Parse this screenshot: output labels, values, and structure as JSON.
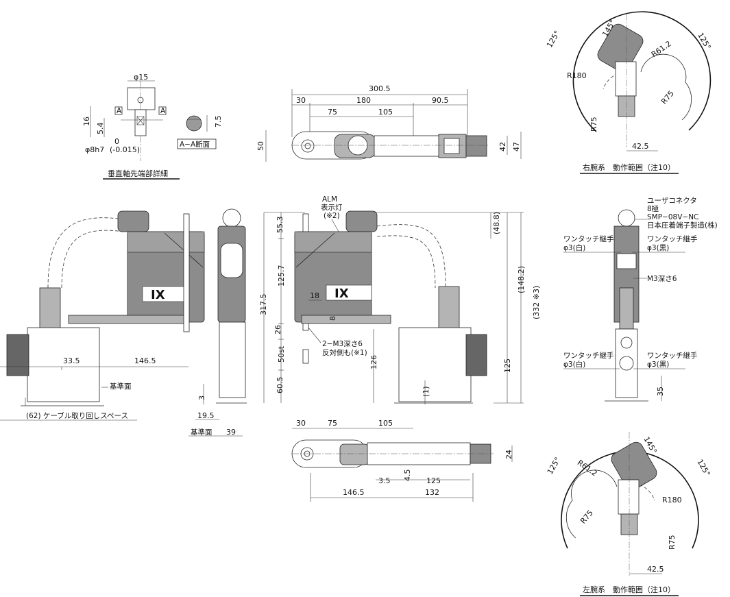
{
  "detail": {
    "dia15": "φ15",
    "dim16": "16",
    "dim5_4": "5.4",
    "section_mark": "A",
    "dim0": "0",
    "dia8h7": "φ8h7",
    "tol": "(-0.015)",
    "dim7_5": "7.5",
    "section_caption": "A−A断面",
    "title": "垂直軸先端部詳細"
  },
  "top_view": {
    "overall": "300.5",
    "d30": "30",
    "d180": "180",
    "d90_5": "90.5",
    "d75": "75",
    "d105": "105",
    "d50": "50",
    "d42": "42",
    "d47": "47"
  },
  "side_view": {
    "alm": "ALM",
    "alm_lamp": "表示灯",
    "note2": "(※2)",
    "d55_3": "55.3",
    "d125_7": "125.7",
    "d317_5": "317.5",
    "d26": "26",
    "d18": "18",
    "d8": "8",
    "d50st": "50st",
    "d60_5": "60.5",
    "m3": "2−M3深さ6",
    "m3_opp": "反対側も(※1)",
    "d126": "126",
    "d1": "(1)",
    "d48_8": "(48.8)",
    "d148_2": "(148.2)",
    "d332": "(332 ※3)",
    "d125": "125"
  },
  "left_view": {
    "d33_5": "33.5",
    "d146_5": "146.5",
    "ref_surface": "基準面",
    "cable_space": "(62) ケーブル取り回しスペース",
    "d3": "3",
    "d19_5": "19.5",
    "ref_surface2": "基準面",
    "d39": "39"
  },
  "bottom_view": {
    "d30": "30",
    "d75": "75",
    "d105": "105",
    "d24": "24",
    "d3_5": "3.5",
    "d4_5": "4.5",
    "d125": "125",
    "d146_5": "146.5",
    "d132": "132"
  },
  "right_view": {
    "connector": "ユーザコネクタ",
    "poles": "8極",
    "model": "SMP−08V−NC",
    "maker": "日本圧着端子製造(株)",
    "fitting_w1": "ワンタッチ継手",
    "fitting_w1_spec": "φ3(白)",
    "fitting_b1": "ワンタッチ継手",
    "fitting_b1_spec": "φ3(黒)",
    "m3_depth": "M3深さ6",
    "fitting_w2": "ワンタッチ継手",
    "fitting_w2_spec": "φ3(白)",
    "fitting_b2": "ワンタッチ継手",
    "fitting_b2_spec": "φ3(黒)",
    "d35": "35"
  },
  "range_right": {
    "a125_l": "125°",
    "a145": "145°",
    "a125_r": "125°",
    "r61_2": "R61.2",
    "r180": "R180",
    "r75_a": "R75",
    "r75_b": "R75",
    "d42_5": "42.5",
    "caption": "右腕系　動作範囲（注10）"
  },
  "range_left": {
    "a125_l": "125°",
    "a145": "145°",
    "a125_r": "125°",
    "r61_2": "R61.2",
    "r180": "R180",
    "r75_a": "R75",
    "r75_b": "R75",
    "d42_5": "42.5",
    "caption": "左腕系　動作範囲（注10）"
  },
  "logo": {
    "mark": "IX"
  }
}
